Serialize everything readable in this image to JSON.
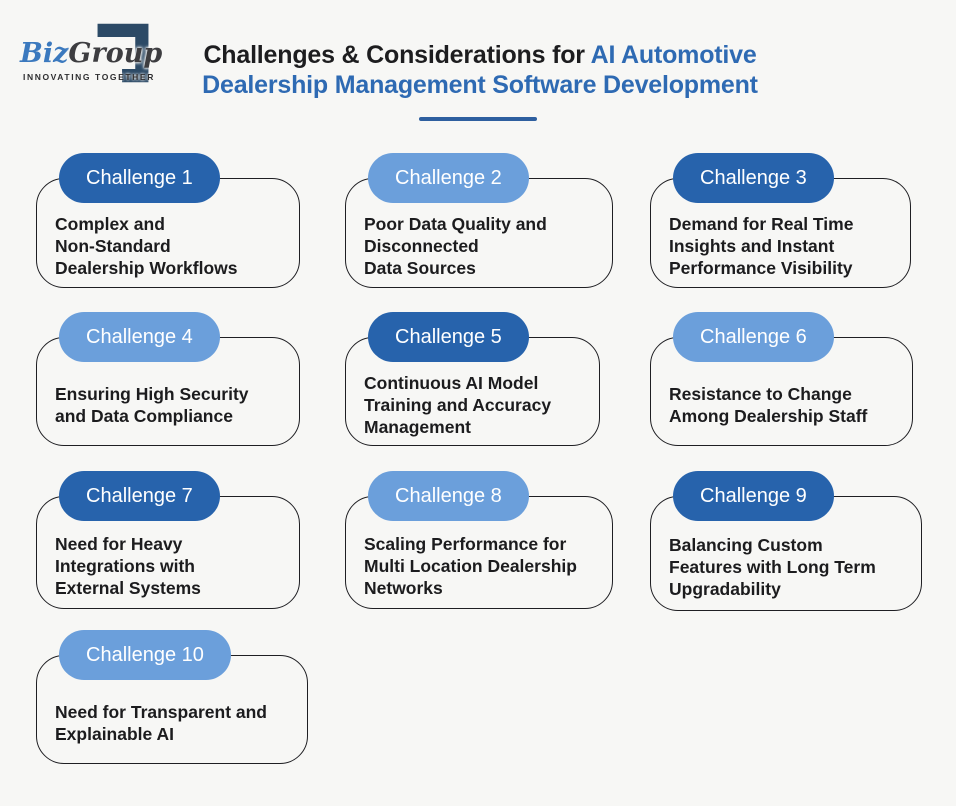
{
  "logo": {
    "brand_blue": "Biz",
    "brand_dark": "Group",
    "tagline": "INNOVATING TOGETHER"
  },
  "header": {
    "title_prefix": "Challenges & Considerations for ",
    "title_highlight": "AI Automotive",
    "title_line2": "Dealership Management Software Development"
  },
  "colors": {
    "background": "#f7f7f5",
    "badge_dark": "#2763ac",
    "badge_light": "#6b9fdb",
    "title_accent": "#2e6ab3",
    "title_dark": "#1d1d1f",
    "underline": "#2e5f9f",
    "card_border": "#1f1f23",
    "logo_navy": "#2c4a66"
  },
  "cards": [
    {
      "badge": "Challenge 1",
      "variant": "dark",
      "text": "Complex and\nNon-Standard\nDealership Workflows"
    },
    {
      "badge": "Challenge 2",
      "variant": "light",
      "text": "Poor Data Quality and\nDisconnected\nData Sources"
    },
    {
      "badge": "Challenge 3",
      "variant": "dark",
      "text": "Demand for Real Time\nInsights and Instant\nPerformance Visibility"
    },
    {
      "badge": "Challenge 4",
      "variant": "light",
      "text": "Ensuring High Security\nand Data Compliance"
    },
    {
      "badge": "Challenge 5",
      "variant": "dark",
      "text": "Continuous AI Model\nTraining and Accuracy\nManagement"
    },
    {
      "badge": "Challenge 6",
      "variant": "light",
      "text": "Resistance to Change\nAmong Dealership Staff"
    },
    {
      "badge": "Challenge 7",
      "variant": "dark",
      "text": "Need for Heavy\nIntegrations with\nExternal Systems"
    },
    {
      "badge": "Challenge 8",
      "variant": "light",
      "text": "Scaling Performance for\nMulti Location Dealership\nNetworks"
    },
    {
      "badge": "Challenge 9",
      "variant": "dark",
      "text": "Balancing Custom\nFeatures with Long Term\nUpgradability"
    },
    {
      "badge": "Challenge 10",
      "variant": "light",
      "text": "Need for Transparent and\nExplainable AI"
    }
  ]
}
